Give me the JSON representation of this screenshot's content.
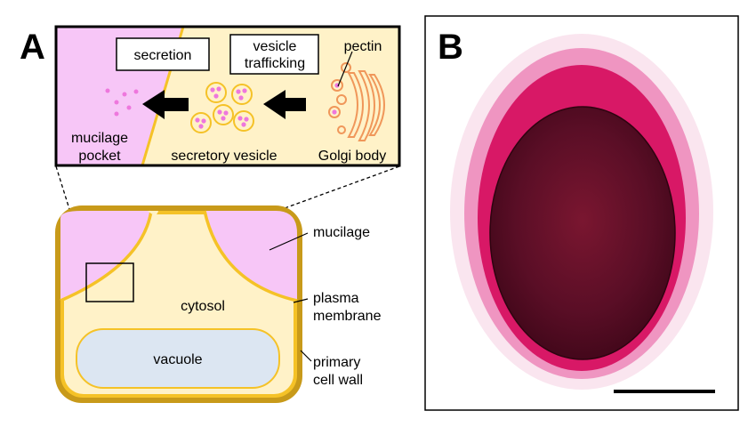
{
  "panels": {
    "a_letter": "A",
    "b_letter": "B"
  },
  "inset": {
    "secretion": "secretion",
    "vesicle_line1": "vesicle",
    "vesicle_line2": "trafficking",
    "pectin": "pectin",
    "mucilage_line1": "mucilage",
    "mucilage_line2": "pocket",
    "secretory_vesicle": "secretory vesicle",
    "golgi_body": "Golgi body"
  },
  "cell": {
    "mucilage": "mucilage",
    "cytosol": "cytosol",
    "plasma_line1": "plasma",
    "plasma_line2": "membrane",
    "vacuole": "vacuole",
    "wall_line1": "primary",
    "wall_line2": "cell wall"
  },
  "colors": {
    "mucilage_pink": "#f7c6f7",
    "cytosol_cream": "#fff2c8",
    "membrane_yellow": "#f5c227",
    "wall_gold": "#c89a1a",
    "vacuole_blue": "#dce6f2",
    "pectin_dot": "#ee77dd",
    "golgi_orange": "#f0975a",
    "seed_dark": "#4a0a22",
    "seed_magenta": "#d81866"
  },
  "micrograph": {
    "description_free": "",
    "scale_bar": true
  }
}
